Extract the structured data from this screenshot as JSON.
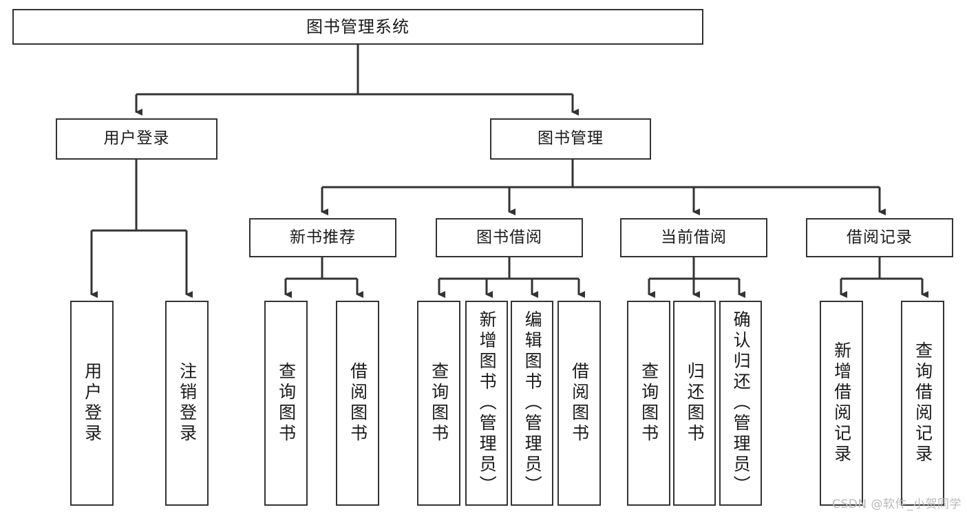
{
  "diagram": {
    "type": "tree-hierarchy-diagram",
    "title": "图书管理系统",
    "watermark": "CSDN @软件_小贺同学",
    "colors": {
      "box_border": "#333333",
      "box_fill": "#ffffff",
      "connector": "#333333",
      "text": "#1a1a1a",
      "watermark": "#b9b9b9"
    },
    "levels": [
      {
        "level": 1,
        "nodes": [
          {
            "id": "root",
            "label": "图书管理系统",
            "orientation": "horizontal"
          }
        ]
      },
      {
        "level": 2,
        "nodes": [
          {
            "id": "user-login",
            "label": "用户登录",
            "orientation": "horizontal",
            "parent": "root"
          },
          {
            "id": "book-mgmt",
            "label": "图书管理",
            "orientation": "horizontal",
            "parent": "root"
          }
        ]
      },
      {
        "level": 3,
        "nodes": [
          {
            "id": "new-book-rec",
            "label": "新书推荐",
            "orientation": "horizontal",
            "parent": "book-mgmt"
          },
          {
            "id": "book-borrow",
            "label": "图书借阅",
            "orientation": "horizontal",
            "parent": "book-mgmt"
          },
          {
            "id": "current-borrow",
            "label": "当前借阅",
            "orientation": "horizontal",
            "parent": "book-mgmt"
          },
          {
            "id": "borrow-record",
            "label": "借阅记录",
            "orientation": "horizontal",
            "parent": "book-mgmt"
          }
        ]
      },
      {
        "level": 4,
        "nodes": [
          {
            "id": "leaf-user-login",
            "label": "用户登录",
            "orientation": "vertical",
            "parent": "user-login"
          },
          {
            "id": "leaf-logout",
            "label": "注销登录",
            "orientation": "vertical",
            "parent": "user-login"
          },
          {
            "id": "leaf-query-book-1",
            "label": "查询图书",
            "orientation": "vertical",
            "parent": "new-book-rec"
          },
          {
            "id": "leaf-borrow-book-1",
            "label": "借阅图书",
            "orientation": "vertical",
            "parent": "new-book-rec"
          },
          {
            "id": "leaf-query-book-2",
            "label": "查询图书",
            "orientation": "vertical",
            "parent": "book-borrow"
          },
          {
            "id": "leaf-add-book",
            "label": "新增图书（管理员）",
            "orientation": "vertical",
            "parent": "book-borrow"
          },
          {
            "id": "leaf-edit-book",
            "label": "编辑图书（管理员）",
            "orientation": "vertical",
            "parent": "book-borrow"
          },
          {
            "id": "leaf-borrow-book-2",
            "label": "借阅图书",
            "orientation": "vertical",
            "parent": "book-borrow"
          },
          {
            "id": "leaf-query-book-3",
            "label": "查询图书",
            "orientation": "vertical",
            "parent": "current-borrow"
          },
          {
            "id": "leaf-return-book",
            "label": "归还图书",
            "orientation": "vertical",
            "parent": "current-borrow"
          },
          {
            "id": "leaf-confirm-return",
            "label": "确认归还（管理员）",
            "orientation": "vertical",
            "parent": "current-borrow"
          },
          {
            "id": "leaf-add-record",
            "label": "新增借阅记录",
            "orientation": "vertical",
            "parent": "borrow-record"
          },
          {
            "id": "leaf-query-record",
            "label": "查询借阅记录",
            "orientation": "vertical",
            "parent": "borrow-record"
          }
        ]
      }
    ]
  }
}
